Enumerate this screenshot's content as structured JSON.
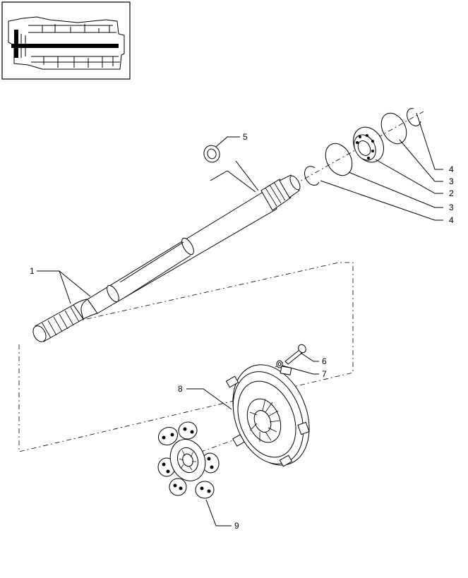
{
  "callouts": {
    "shaft": "1",
    "bearing": "2",
    "outer_ring_upper": "3",
    "outer_ring_lower": "3",
    "snap_ring_upper": "4",
    "snap_ring_lower": "4",
    "seal": "5",
    "bolt": "6",
    "washer": "7",
    "pressure_plate": "8",
    "clutch_disc": "9"
  }
}
